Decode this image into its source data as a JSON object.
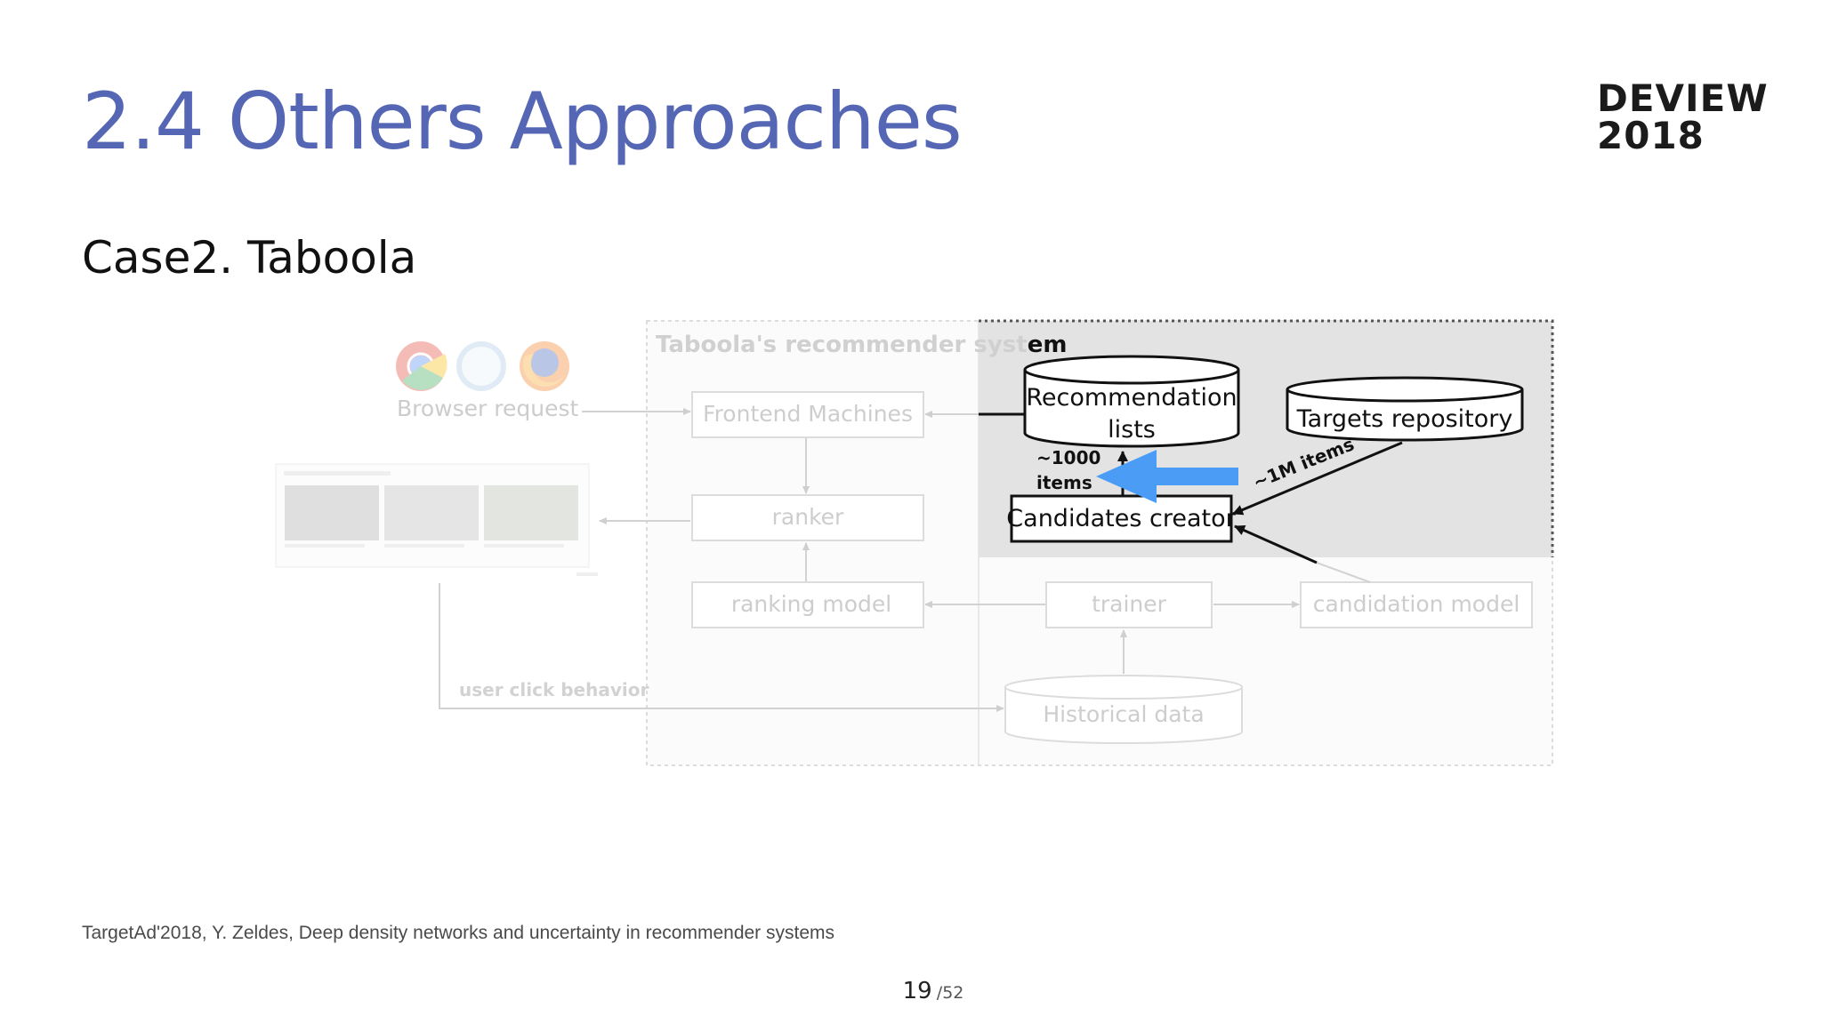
{
  "slide": {
    "title": "2.4 Others Approaches",
    "subtitle": "Case2. Taboola",
    "logo_line1": "DEVIEW",
    "logo_line2": "2018",
    "reference": "TargetAd'2018, Y. Zeldes, Deep density networks and uncertainty in recommender systems",
    "page_current": "19",
    "page_total": "/52"
  },
  "diagram": {
    "system_label_faded": "Taboola's recommender syst",
    "system_label_dark": "em",
    "browser_request": "Browser request",
    "frontend_machines": "Frontend Machines",
    "ranker": "ranker",
    "ranking_model": "ranking model",
    "trainer": "trainer",
    "candidation_model": "candidation model",
    "historical_data": "Historical data",
    "user_click_behavior": "user click behavior",
    "recommendation_lists_line1": "Recommendation",
    "recommendation_lists_line2": "lists",
    "targets_repository": "Targets repository",
    "candidates_creator": "Candidates creator",
    "items_1000_line1": "~1000",
    "items_1000_line2": "items",
    "items_1m": "~1M items"
  },
  "colors": {
    "title": "#5466b4",
    "highlight_arrow": "#4a9cf5",
    "highlight_region": "#e3e3e3",
    "faded": "#c8c8c8"
  }
}
